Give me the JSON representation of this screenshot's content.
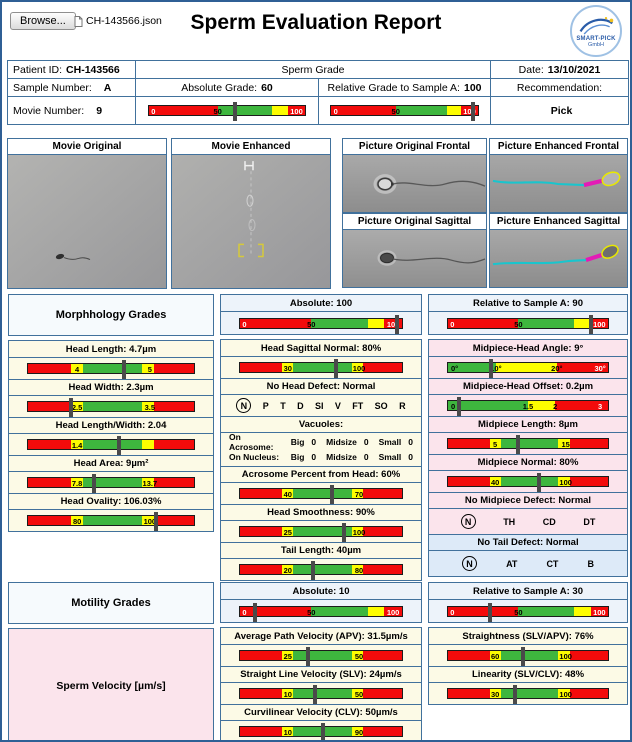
{
  "header": {
    "browse_label": "Browse...",
    "file_name": "CH-143566.json",
    "title": "Sperm Evaluation Report",
    "logo_line1": "SMART-PICK",
    "logo_line2": "GmbH"
  },
  "info": {
    "patient_label": "Patient ID:",
    "patient_value": "CH-143566",
    "sample_label": "Sample Number:",
    "sample_value": "A",
    "movie_label": "Movie Number:",
    "movie_value": "9",
    "grade_header": "Sperm Grade",
    "absolute_label": "Absolute Grade:",
    "absolute_value": "60",
    "relative_label": "Relative Grade to Sample A:",
    "relative_value": "100",
    "date_label": "Date:",
    "date_value": "13/10/2021",
    "recommendation_label": "Recommendation:",
    "recommendation_value": "Pick",
    "absolute_bar": {
      "segments": [
        [
          "red",
          44
        ],
        [
          "green",
          35
        ],
        [
          "yellow",
          10
        ],
        [
          "red",
          11
        ]
      ],
      "labels": [
        [
          "0",
          1.5,
          "#ffffff"
        ],
        [
          "50",
          44
        ],
        [
          "100",
          94.5,
          "#ffffff"
        ]
      ],
      "marker": 55
    },
    "relative_bar": {
      "segments": [
        [
          "red",
          44
        ],
        [
          "green",
          35
        ],
        [
          "yellow",
          10
        ],
        [
          "red",
          11
        ]
      ],
      "labels": [
        [
          "0",
          1.5,
          "#ffffff"
        ],
        [
          "50",
          44
        ],
        [
          "100",
          94.5,
          "#ffffff"
        ]
      ],
      "marker": 97
    }
  },
  "media": {
    "movie_original": "Movie Original",
    "movie_enhanced": "Movie Enhanced",
    "pic_orig_frontal": "Picture Original Frontal",
    "pic_enh_frontal": "Picture Enhanced Frontal",
    "pic_orig_sagittal": "Picture Original Sagittal",
    "pic_enh_sagittal": "Picture Enhanced Sagittal"
  },
  "morphology": {
    "section_title": "Morphhology Grades",
    "abs": {
      "title": "Absolute:   100",
      "bar": {
        "segments": [
          [
            "red",
            44
          ],
          [
            "green",
            35
          ],
          [
            "yellow",
            10
          ],
          [
            "red",
            11
          ]
        ],
        "labels": [
          [
            "0",
            1.5,
            "#ffffff"
          ],
          [
            "50",
            44
          ],
          [
            "100",
            94.5,
            "#ffffff"
          ]
        ],
        "marker": 97
      }
    },
    "rel": {
      "title": "Relative to Sample A: 90",
      "bar": {
        "segments": [
          [
            "red",
            44
          ],
          [
            "green",
            35
          ],
          [
            "yellow",
            10
          ],
          [
            "red",
            11
          ]
        ],
        "labels": [
          [
            "0",
            1.5,
            "#ffffff"
          ],
          [
            "50",
            44
          ],
          [
            "100",
            94.5,
            "#ffffff"
          ]
        ],
        "marker": 89
      }
    },
    "left_rows": [
      {
        "type": "bar",
        "bg": "cream",
        "title": "Head Length:  4.7µm",
        "bar": {
          "segments": [
            [
              "red",
              26
            ],
            [
              "yellow",
              7
            ],
            [
              "green",
              36
            ],
            [
              "yellow",
              7
            ],
            [
              "red",
              24
            ]
          ],
          "labels": [
            [
              "4",
              29.5
            ],
            [
              "5",
              73.5
            ]
          ],
          "marker": 58
        }
      },
      {
        "type": "bar",
        "bg": "cream",
        "title": "Head Width:  2.3µm",
        "bar": {
          "segments": [
            [
              "red",
              26
            ],
            [
              "yellow",
              7
            ],
            [
              "green",
              36
            ],
            [
              "yellow",
              7
            ],
            [
              "red",
              24
            ]
          ],
          "labels": [
            [
              "2.5",
              29.5
            ],
            [
              "3.5",
              73.5
            ]
          ],
          "marker": 26
        }
      },
      {
        "type": "bar",
        "bg": "cream",
        "title": "Head Length/Width:  2.04",
        "bar": {
          "segments": [
            [
              "red",
              26
            ],
            [
              "yellow",
              7
            ],
            [
              "green",
              36
            ],
            [
              "yellow",
              7
            ],
            [
              "red",
              24
            ]
          ],
          "labels": [
            [
              "1.4",
              29.5
            ]
          ],
          "marker": 55
        }
      },
      {
        "type": "bar",
        "bg": "cream",
        "title": "Head Area:  9µm²",
        "bar": {
          "segments": [
            [
              "red",
              26
            ],
            [
              "yellow",
              7
            ],
            [
              "green",
              36
            ],
            [
              "yellow",
              7
            ],
            [
              "red",
              24
            ]
          ],
          "labels": [
            [
              "7.8",
              29.5
            ],
            [
              "13.7",
              73.5
            ]
          ],
          "marker": 40
        }
      },
      {
        "type": "bar",
        "bg": "cream",
        "title": "Head Ovality:  106.03%",
        "bar": {
          "segments": [
            [
              "red",
              26
            ],
            [
              "yellow",
              7
            ],
            [
              "green",
              36
            ],
            [
              "yellow",
              7
            ],
            [
              "red",
              24
            ]
          ],
          "labels": [
            [
              "80",
              29.5
            ],
            [
              "100",
              73.5
            ]
          ],
          "marker": 77
        }
      }
    ],
    "mid_rows": [
      {
        "type": "bar",
        "bg": "cream",
        "title": "Head Sagittal Normal:  80%",
        "bar": {
          "segments": [
            [
              "red",
              26
            ],
            [
              "yellow",
              7
            ],
            [
              "green",
              36
            ],
            [
              "yellow",
              7
            ],
            [
              "red",
              24
            ]
          ],
          "labels": [
            [
              "30",
              29.5
            ],
            [
              "100",
              73.5
            ]
          ],
          "marker": 59
        }
      },
      {
        "type": "defect",
        "bg": "cream",
        "title": "No Head Defect: Normal",
        "options": [
          "N",
          "P",
          "T",
          "D",
          "SI",
          "V",
          "FT",
          "SO",
          "R"
        ]
      },
      {
        "type": "vacuoles",
        "bg": "cream",
        "title": "Vacuoles:",
        "rows": [
          {
            "label": "On Acrosome:",
            "pairs": [
              [
                "Big",
                "0"
              ],
              [
                "Midsize",
                "0"
              ],
              [
                "Small",
                "0"
              ]
            ]
          },
          {
            "label": "On Nucleus:",
            "pairs": [
              [
                "Big",
                "0"
              ],
              [
                "Midsize",
                "0"
              ],
              [
                "Small",
                "0"
              ]
            ]
          }
        ]
      },
      {
        "type": "bar",
        "bg": "cream",
        "title": "Acrosome Percent from Head:  60%",
        "bar": {
          "segments": [
            [
              "red",
              26
            ],
            [
              "yellow",
              7
            ],
            [
              "green",
              36
            ],
            [
              "yellow",
              7
            ],
            [
              "red",
              24
            ]
          ],
          "labels": [
            [
              "40",
              29.5
            ],
            [
              "70",
              73.5
            ]
          ],
          "marker": 57
        }
      },
      {
        "type": "bar",
        "bg": "cream",
        "title": "Head Smoothness:  90%",
        "bar": {
          "segments": [
            [
              "red",
              26
            ],
            [
              "yellow",
              7
            ],
            [
              "green",
              36
            ],
            [
              "yellow",
              7
            ],
            [
              "red",
              24
            ]
          ],
          "labels": [
            [
              "25",
              29.5
            ],
            [
              "100",
              73.5
            ]
          ],
          "marker": 64
        }
      },
      {
        "type": "bar",
        "bg": "cream",
        "title": "Tail Length:  40µm",
        "bar": {
          "segments": [
            [
              "red",
              26
            ],
            [
              "yellow",
              7
            ],
            [
              "green",
              36
            ],
            [
              "yellow",
              7
            ],
            [
              "red",
              24
            ]
          ],
          "labels": [
            [
              "20",
              29.5
            ],
            [
              "80",
              73.5
            ]
          ],
          "marker": 45
        }
      }
    ],
    "right_rows": [
      {
        "type": "bar",
        "bg": "pink",
        "title": "Midpiece-Head Angle:  9°",
        "bar": {
          "segments": [
            [
              "green",
              30
            ],
            [
              "yellow",
              38
            ],
            [
              "red",
              32
            ]
          ],
          "labels": [
            [
              "0°",
              2
            ],
            [
              "10°",
              30
            ],
            [
              "20°",
              68
            ],
            [
              "30°",
              95,
              "#ffffff"
            ]
          ],
          "marker": 27
        }
      },
      {
        "type": "bar",
        "bg": "pink",
        "title": "Midpiece-Head Offset:  0.2µm",
        "bar": {
          "segments": [
            [
              "green",
              50
            ],
            [
              "yellow",
              17
            ],
            [
              "red",
              33
            ]
          ],
          "labels": [
            [
              "0",
              2
            ],
            [
              "1.5",
              50
            ],
            [
              "2",
              67
            ],
            [
              "3",
              95,
              "#ffffff"
            ]
          ],
          "marker": 7
        }
      },
      {
        "type": "bar",
        "bg": "pink",
        "title": "Midpiece Length:  8µm",
        "bar": {
          "segments": [
            [
              "red",
              26
            ],
            [
              "yellow",
              7
            ],
            [
              "green",
              36
            ],
            [
              "yellow",
              7
            ],
            [
              "red",
              24
            ]
          ],
          "labels": [
            [
              "5",
              29.5
            ],
            [
              "15",
              73.5
            ]
          ],
          "marker": 44
        }
      },
      {
        "type": "bar",
        "bg": "pink",
        "title": "Midpiece Normal:  80%",
        "bar": {
          "segments": [
            [
              "red",
              26
            ],
            [
              "yellow",
              7
            ],
            [
              "green",
              36
            ],
            [
              "yellow",
              7
            ],
            [
              "red",
              24
            ]
          ],
          "labels": [
            [
              "40",
              29.5
            ],
            [
              "100",
              73.5
            ]
          ],
          "marker": 57
        }
      },
      {
        "type": "defect",
        "bg": "pink",
        "tall": true,
        "title": "No Midpiece Defect: Normal",
        "options": [
          "N",
          "TH",
          "CD",
          "DT"
        ]
      },
      {
        "type": "defect",
        "bg": "blue",
        "tall": true,
        "title": "No Tail Defect: Normal",
        "options": [
          "N",
          "AT",
          "CT",
          "B"
        ]
      }
    ]
  },
  "motility": {
    "section_title": "Motility Grades",
    "velocity_label": "Sperm Velocity [µm/s]",
    "abs": {
      "title": "Absolute:   10",
      "bar": {
        "segments": [
          [
            "red",
            44
          ],
          [
            "green",
            35
          ],
          [
            "yellow",
            10
          ],
          [
            "red",
            11
          ]
        ],
        "labels": [
          [
            "0",
            1.5,
            "#ffffff"
          ],
          [
            "50",
            44
          ],
          [
            "100",
            94.5,
            "#ffffff"
          ]
        ],
        "marker": 9
      }
    },
    "rel": {
      "title": "Relative to Sample A: 30",
      "bar": {
        "segments": [
          [
            "red",
            44
          ],
          [
            "green",
            35
          ],
          [
            "yellow",
            10
          ],
          [
            "red",
            11
          ]
        ],
        "labels": [
          [
            "0",
            1.5,
            "#ffffff"
          ],
          [
            "50",
            44
          ],
          [
            "100",
            94.5,
            "#ffffff"
          ]
        ],
        "marker": 26
      }
    },
    "mid_rows": [
      {
        "type": "bar",
        "bg": "cream",
        "title": "Average Path Velocity (APV):  31.5µm/s",
        "bar": {
          "segments": [
            [
              "red",
              26
            ],
            [
              "yellow",
              7
            ],
            [
              "green",
              36
            ],
            [
              "yellow",
              7
            ],
            [
              "red",
              24
            ]
          ],
          "labels": [
            [
              "25",
              29.5
            ],
            [
              "50",
              73.5
            ]
          ],
          "marker": 42
        }
      },
      {
        "type": "bar",
        "bg": "cream",
        "title": "Straight Line Velocity (SLV):  24µm/s",
        "bar": {
          "segments": [
            [
              "red",
              26
            ],
            [
              "yellow",
              7
            ],
            [
              "green",
              36
            ],
            [
              "yellow",
              7
            ],
            [
              "red",
              24
            ]
          ],
          "labels": [
            [
              "10",
              29.5
            ],
            [
              "50",
              73.5
            ]
          ],
          "marker": 46
        }
      },
      {
        "type": "bar",
        "bg": "cream",
        "title": "Curvilinear Velocity (CLV):  50µm/s",
        "bar": {
          "segments": [
            [
              "red",
              26
            ],
            [
              "yellow",
              7
            ],
            [
              "green",
              36
            ],
            [
              "yellow",
              7
            ],
            [
              "red",
              24
            ]
          ],
          "labels": [
            [
              "10",
              29.5
            ],
            [
              "90",
              73.5
            ]
          ],
          "marker": 51
        }
      }
    ],
    "right_rows": [
      {
        "type": "bar",
        "bg": "cream",
        "title": "Straightness (SLV/APV): 76%",
        "bar": {
          "segments": [
            [
              "red",
              26
            ],
            [
              "yellow",
              7
            ],
            [
              "green",
              36
            ],
            [
              "yellow",
              7
            ],
            [
              "red",
              24
            ]
          ],
          "labels": [
            [
              "60",
              29.5
            ],
            [
              "100",
              73.5
            ]
          ],
          "marker": 47
        }
      },
      {
        "type": "bar",
        "bg": "cream",
        "title": "Linearity (SLV/CLV): 48%",
        "bar": {
          "segments": [
            [
              "red",
              26
            ],
            [
              "yellow",
              7
            ],
            [
              "green",
              36
            ],
            [
              "yellow",
              7
            ],
            [
              "red",
              24
            ]
          ],
          "labels": [
            [
              "30",
              29.5
            ],
            [
              "100",
              73.5
            ]
          ],
          "marker": 42
        }
      }
    ]
  }
}
